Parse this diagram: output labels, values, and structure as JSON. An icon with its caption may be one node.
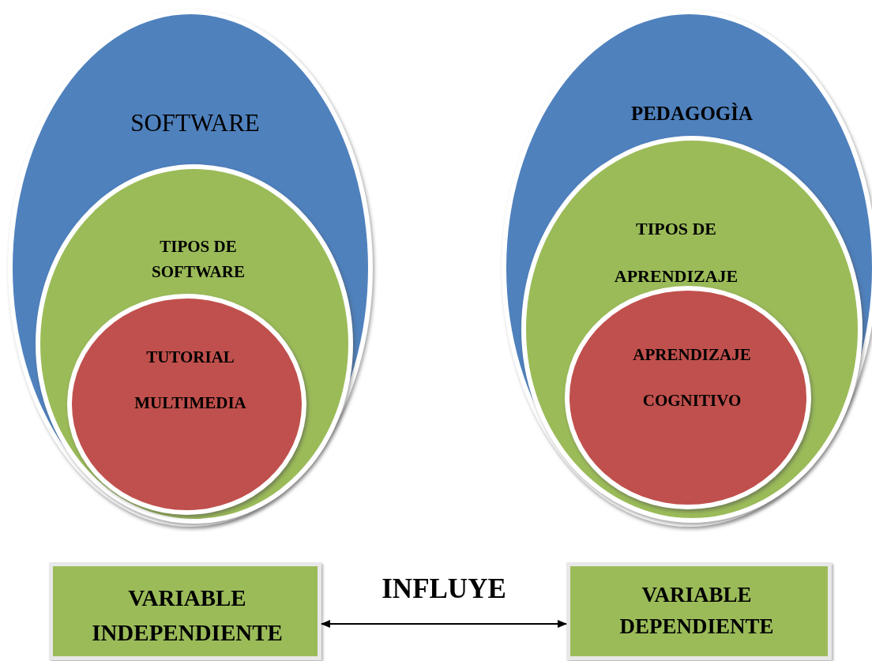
{
  "diagram": {
    "nodes": [
      {
        "text": [
          "SOFTWARE"
        ]
      },
      {
        "text": [
          "TIPOS DE SOFTWARE"
        ],
        "in": 0
      },
      {
        "text": [
          "TUTORIAL MULTIMEDIA"
        ],
        "in": 1
      },
      {
        "text": [
          "PEDAGOGÌA"
        ]
      },
      {
        "text": [
          "TIPOS DE APRENDIZAJE"
        ],
        "in": 3
      },
      {
        "text": [
          "APRENDIZAJE COGNITIVO"
        ],
        "in": 4
      },
      {
        "text": [
          "VARIABLE INDEPENDIENTE"
        ]
      },
      {
        "text": [
          "VARIABLE DEPENDIENTE"
        ]
      }
    ],
    "edges": [
      {
        "from": 6,
        "to": 7,
        "arrow": "both",
        "label": "INFLUYE"
      }
    ]
  }
}
